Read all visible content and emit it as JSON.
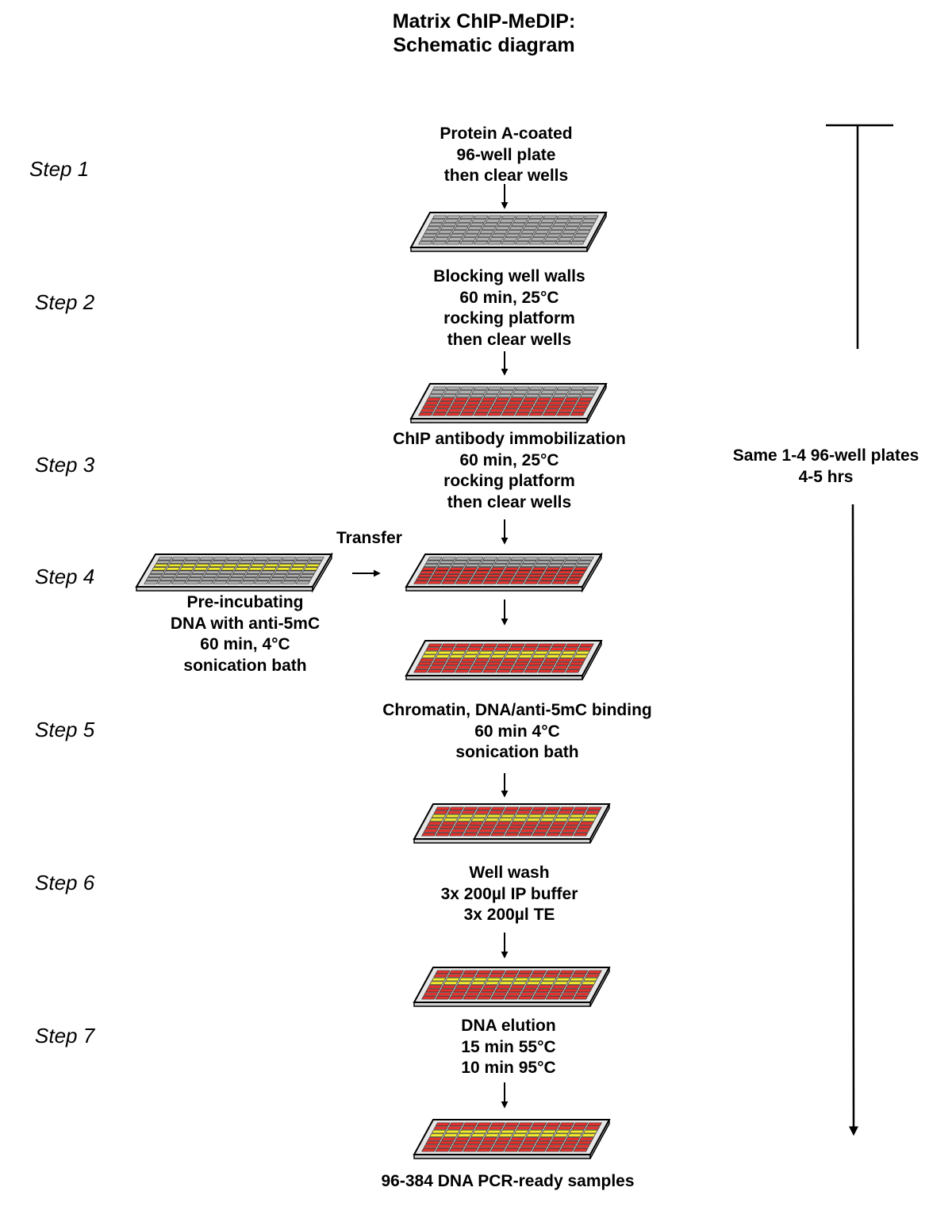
{
  "title": [
    "Matrix ChIP-MeDIP:",
    "Schematic diagram"
  ],
  "steps": [
    "Step 1",
    "Step 2",
    "Step 3",
    "Step 4",
    "Step 5",
    "Step 6",
    "Step 7"
  ],
  "blocks": [
    {
      "lines": [
        "Protein A-coated",
        "96-well plate",
        "then clear wells"
      ]
    },
    {
      "lines": [
        "Blocking well walls",
        "60  min, 25°C",
        "rocking platform",
        "then clear wells"
      ]
    },
    {
      "lines": [
        "ChIP antibody immobilization",
        "60 min, 25°C",
        "rocking platform",
        "then clear wells"
      ]
    },
    {
      "lines": [
        "Pre-incubating",
        "DNA with  anti-5mC",
        "60 min, 4°C",
        "sonication bath"
      ]
    },
    {
      "lines": [
        "Chromatin, DNA/anti-5mC binding",
        "60 min 4°C",
        "sonication bath"
      ]
    },
    {
      "lines": [
        "Well wash",
        "3x 200µl IP buffer",
        "3x 200µl TE"
      ]
    },
    {
      "lines": [
        "DNA elution",
        "15 min  55°C",
        "10 min  95°C"
      ]
    }
  ],
  "transfer_label": "Transfer",
  "final_label": "96-384 DNA PCR-ready samples",
  "duration": [
    "Same  1-4  96-well plates",
    "4-5 hrs"
  ],
  "colors": {
    "well_outline": "#000000",
    "plain_well": "#b0b0b0",
    "blocked_well": "#e8312c",
    "yellow_row": "#f2ea2e",
    "plate_edge": "#d0d0d0"
  },
  "plates": [
    {
      "fill": "plain"
    },
    {
      "fill": "red"
    },
    {
      "fill": "red"
    },
    {
      "fill": "yellow"
    },
    {
      "fill": "red-yellow"
    },
    {
      "fill": "red-yellow"
    },
    {
      "fill": "red-yellow"
    },
    {
      "fill": "red-yellow"
    },
    {
      "fill": "red-yellow"
    }
  ],
  "icons": [
    "down-arrow-icon",
    "right-arrow-icon",
    "duration-bracket-icon"
  ]
}
